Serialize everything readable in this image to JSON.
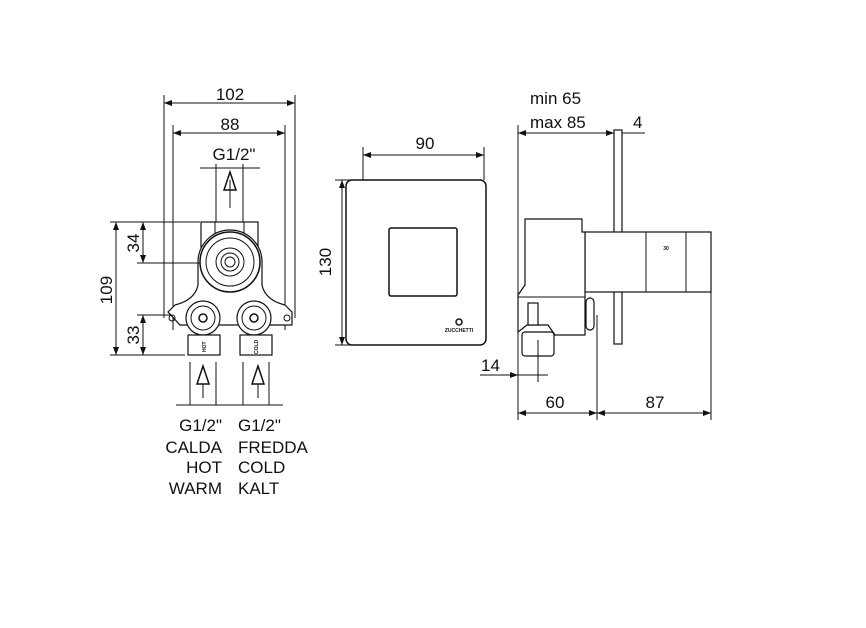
{
  "front_body": {
    "width_outer": "102",
    "width_inner": "88",
    "outlet_thread": "G1/2\"",
    "height_total": "109",
    "height_top": "34",
    "height_bottom": "33",
    "hot_marking": "HOT",
    "cold_marking": "COLD"
  },
  "inlets": {
    "hot": {
      "thread": "G1/2\"",
      "it": "CALDA",
      "en": "HOT",
      "de": "WARM"
    },
    "cold": {
      "thread": "G1/2\"",
      "it": "FREDDA",
      "en": "COLD",
      "de": "KALT"
    }
  },
  "plate": {
    "width": "90",
    "height": "130",
    "brand": "ZUCCHETTI"
  },
  "side": {
    "depth_min": "min 65",
    "depth_max": "max 85",
    "plate_thickness": "4",
    "offset": "14",
    "body_depth": "60",
    "projection": "87",
    "handle_marking": "30"
  }
}
